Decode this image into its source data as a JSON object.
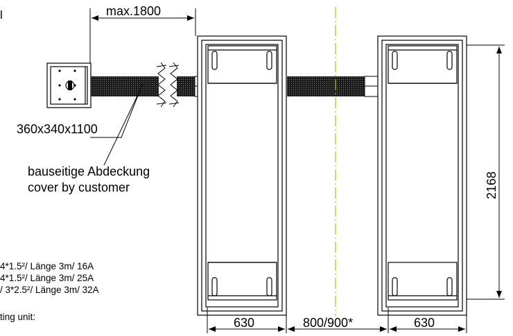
{
  "dimensions": {
    "max_length": "max.1800",
    "height": "2168",
    "width_left": "630",
    "width_right": "630",
    "gap": "800/900*"
  },
  "labels": {
    "pit_size": "360x340x1100",
    "cover_de": "bauseitige Abdeckung",
    "cover_en": "cover by customer",
    "edge_fragment": "l"
  },
  "cable_specs": [
    "4*1.5²/  Länge 3m/ 16A",
    "4*1.5²/  Länge 3m/ 25A",
    "/ 3*2.5²/ Länge 3m/ 32A"
  ],
  "footer_fragment": "ting unit:"
}
